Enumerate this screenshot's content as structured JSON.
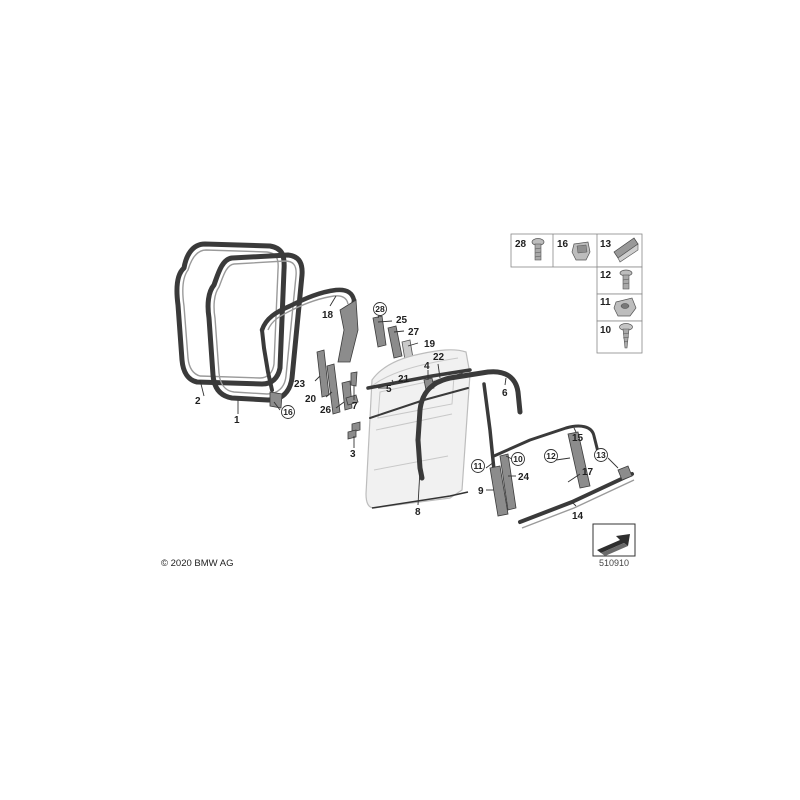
{
  "labels": {
    "p1": "1",
    "p2": "2",
    "p3": "3",
    "p4": "4",
    "p5": "5",
    "p6": "6",
    "p7": "7",
    "p8": "8",
    "p9": "9",
    "p10": "10",
    "p11": "11",
    "p12": "12",
    "p13": "13",
    "p14": "14",
    "p15": "15",
    "p16": "16",
    "p17": "17",
    "p18": "18",
    "p19": "19",
    "p20": "20",
    "p21": "21",
    "p22": "22",
    "p23": "23",
    "p24": "24",
    "p25": "25",
    "p26": "26",
    "p27": "27",
    "p28": "28"
  },
  "legend": {
    "l28": "28",
    "l16": "16",
    "l13": "13",
    "l12": "12",
    "l11": "11",
    "l10": "10"
  },
  "copyright": "© 2020 BMW AG",
  "diagram_ref": "510910",
  "colors": {
    "seal": "#3a3a3a",
    "part": "#8c8c8c",
    "door": "#f1f1f1"
  }
}
